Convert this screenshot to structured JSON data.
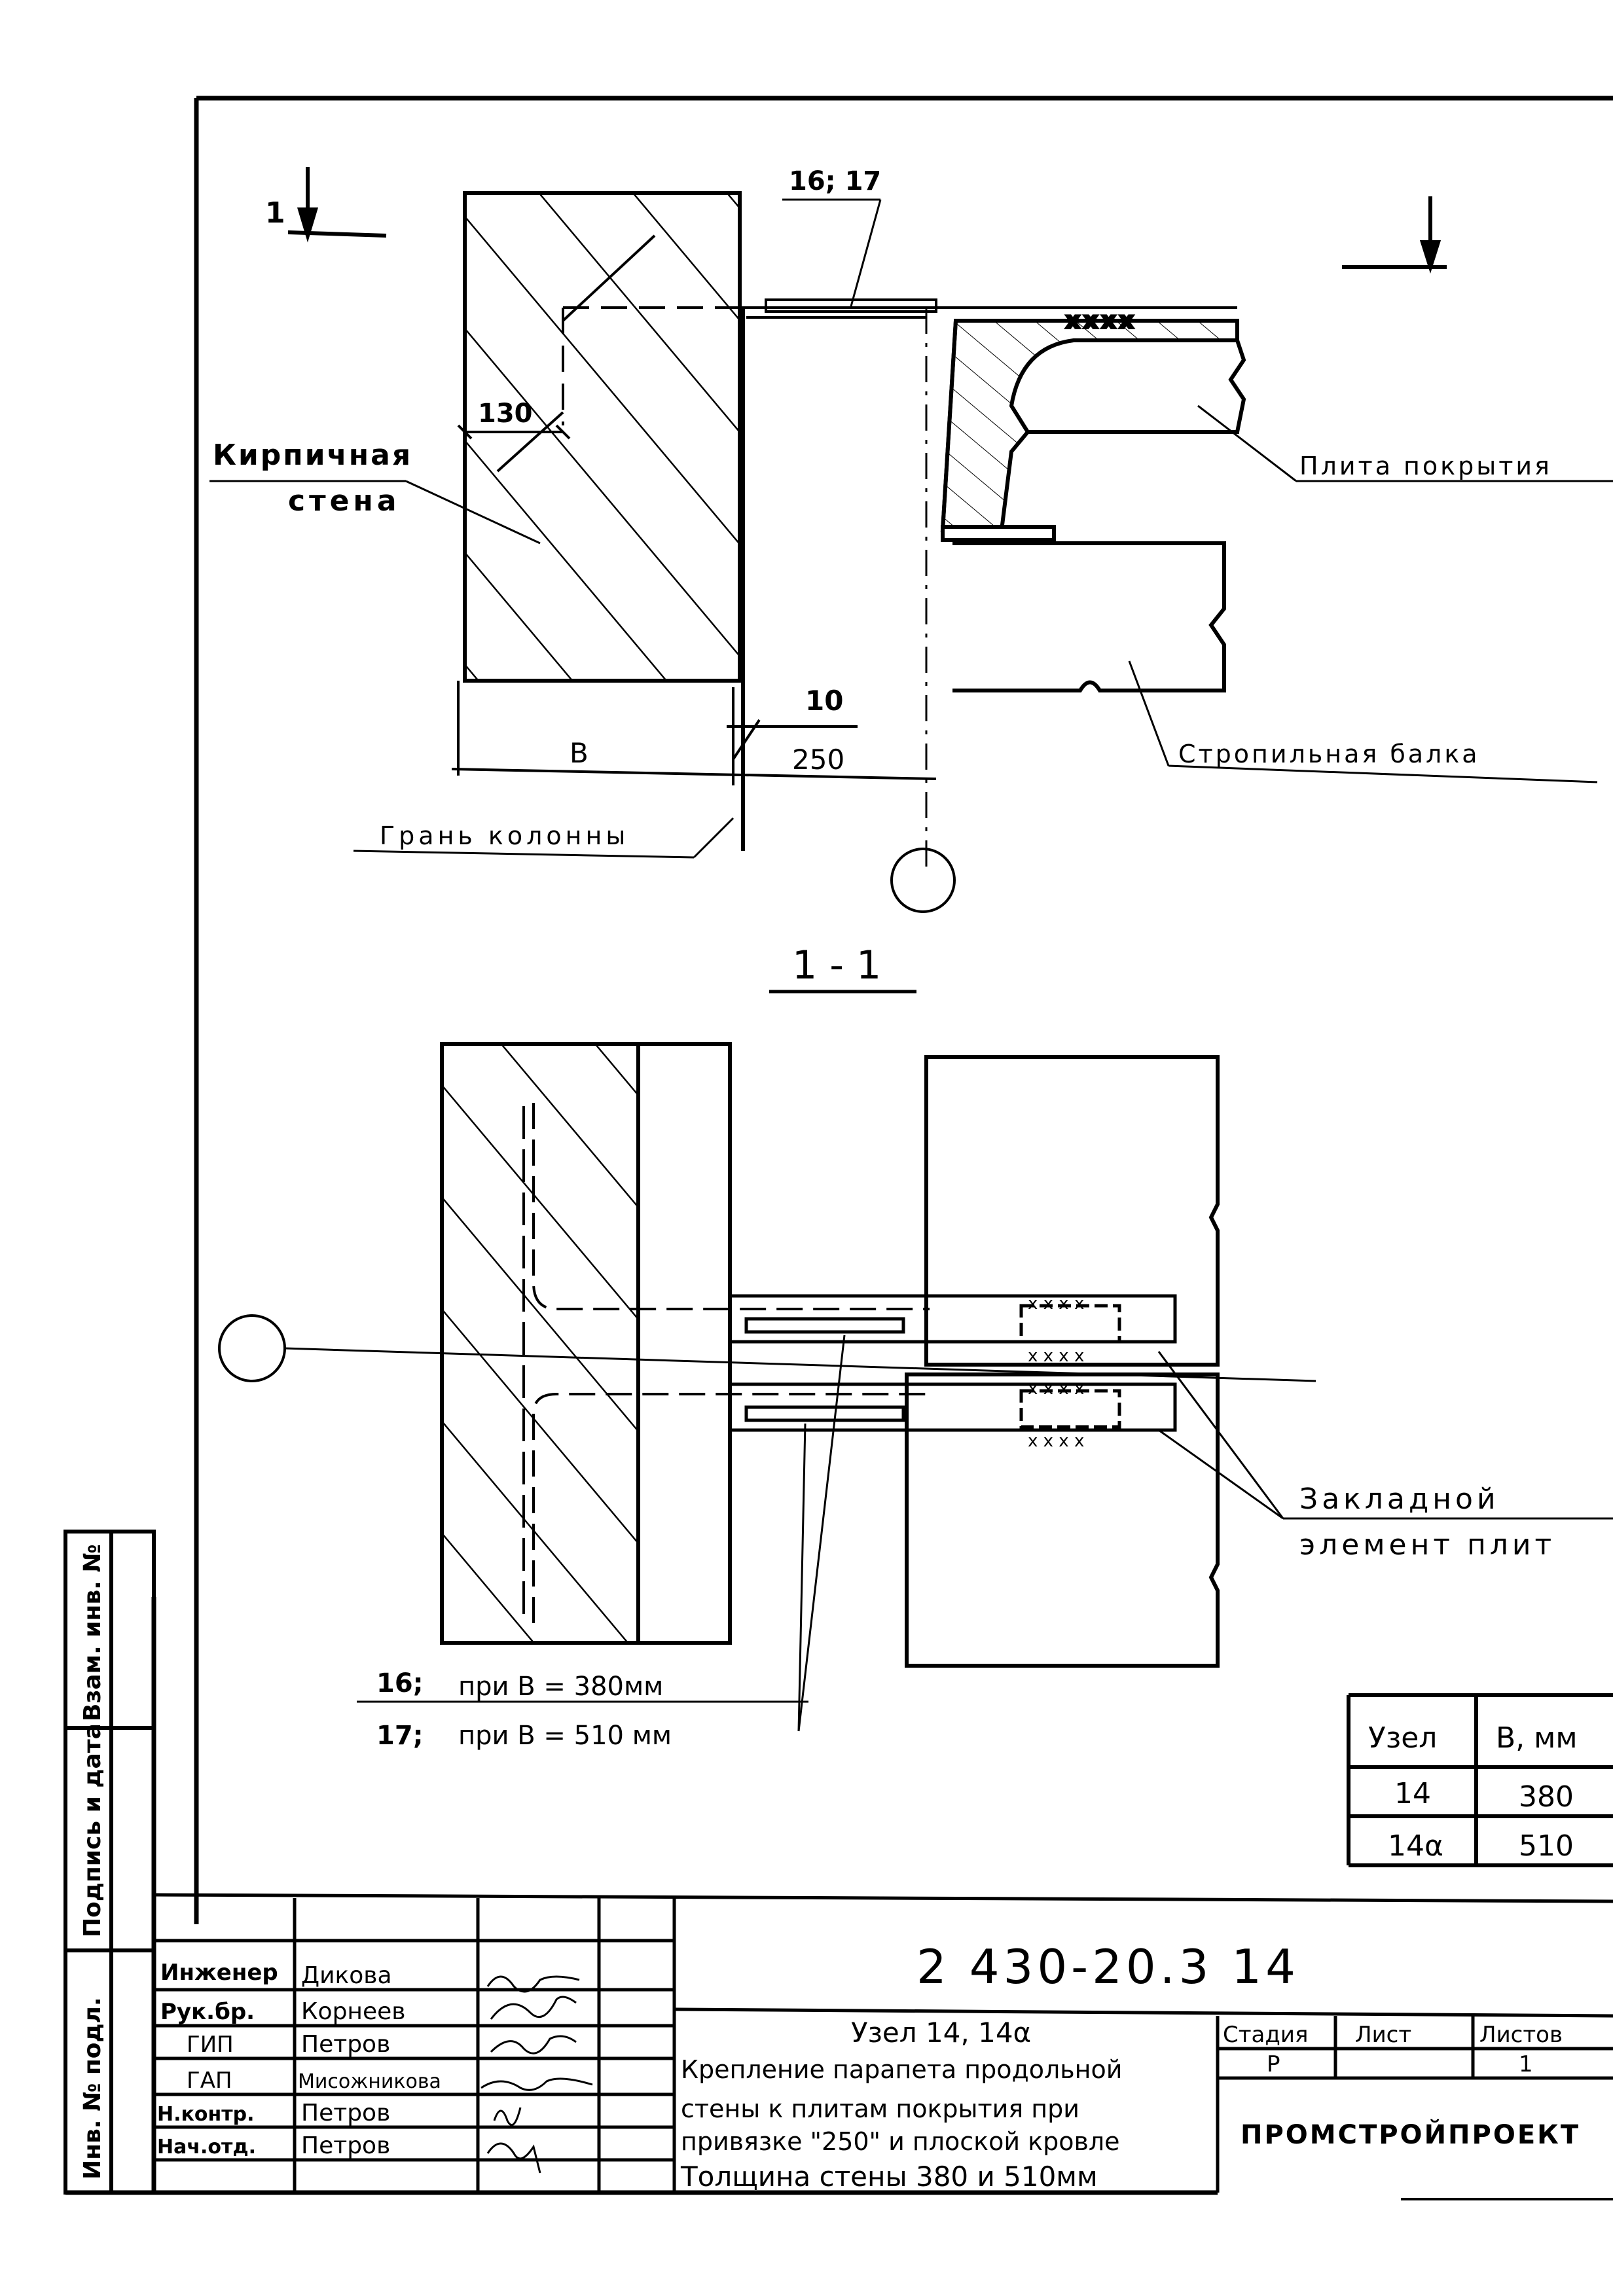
{
  "section_marks": {
    "left_num": "1",
    "section_title": "1 - 1"
  },
  "top_view": {
    "callout_16_17": "16; 17",
    "dim_130": "130",
    "brick_wall_1": "Кирпичная",
    "brick_wall_2": "стена",
    "roof_slab": "Плита покрытия",
    "dim_10": "10",
    "dim_B": "B",
    "dim_250": "250",
    "column_face": "Грань колонны",
    "rafter_beam": "Стропильная балка"
  },
  "bottom_view": {
    "embedded_1": "Закладной",
    "embedded_2": "элемент плит",
    "note_16": "16;",
    "note_16_text": "при B = 380мм",
    "note_17": "17;",
    "note_17_text": "при B = 510 мм"
  },
  "node_table": {
    "headers": [
      "Узел",
      "B, мм"
    ],
    "rows": [
      [
        "14",
        "380"
      ],
      [
        "14α",
        "510"
      ]
    ]
  },
  "left_strip": {
    "inv_podl": "Инв. № подл.",
    "podpis": "Подпись и дата",
    "vzam": "Взам. инв. №"
  },
  "title_block": {
    "doc_code": "2 430-20.3 14",
    "node_title": "Узел 14, 14α",
    "desc_lines": [
      "Крепление парапета продольной",
      "стены к плитам покрытия при",
      "привязке \"250\" и плоской кровле",
      "Толщина стены 380 и 510мм"
    ],
    "staff": [
      {
        "role": "Инженер",
        "name": "Дикова"
      },
      {
        "role": "Рук.бр.",
        "name": "Корнеев"
      },
      {
        "role": "ГИП",
        "name": "Петров"
      },
      {
        "role": "ГАП",
        "name": "Мисожникова"
      },
      {
        "role": "Н.контр.",
        "name": "Петров"
      },
      {
        "role": "Нач.отд.",
        "name": "Петров"
      }
    ],
    "stage_header": "Стадия",
    "sheet_header": "Лист",
    "sheets_header": "Листов",
    "stage_value": "Р",
    "sheet_value": "1",
    "organization": "ПРОМСТРОЙПРОЕКТ"
  }
}
